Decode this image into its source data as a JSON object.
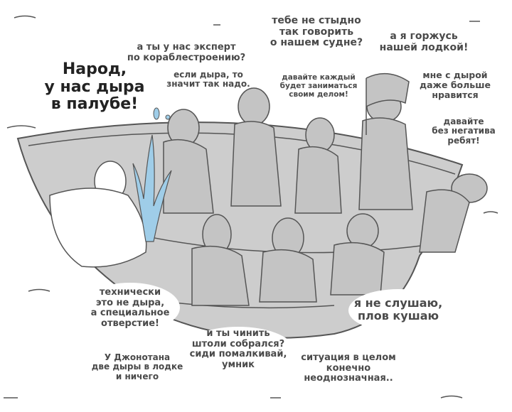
{
  "colors": {
    "boat": "#cdcdcd",
    "outline": "#555555",
    "water": "#9fcde8",
    "text": "#4a4a4a"
  },
  "captions": {
    "main": [
      "Народ,",
      "у нас дыра",
      "в палубе!"
    ],
    "expert": [
      "а ты у нас эксперт",
      "по кораблестроению?"
    ],
    "must_be": [
      "если дыра, то",
      "значит так надо."
    ],
    "ashamed": [
      "тебе не стыдно",
      "так говорить",
      "о нашем судне?"
    ],
    "own_business": [
      "давайте каждый",
      "будет заниматься",
      "своим делом!"
    ],
    "proud": [
      "а я горжусь",
      "нашей лодкой!"
    ],
    "like_hole": [
      "мне с дырой",
      "даже больше",
      "нравится"
    ],
    "no_negative": [
      "давайте",
      "без негатива",
      "ребят!"
    ],
    "technically": [
      "технически",
      "это не дыра,",
      "а специальное",
      "отверстие!"
    ],
    "plov": [
      "я не слушаю,",
      "плов кушаю"
    ],
    "repair": [
      "и ты чинить",
      "штоли собрался?",
      "сиди помалкивай,",
      "умник"
    ],
    "jonathan": [
      "У Джонотана",
      "две дыры в лодке",
      "и ничего"
    ],
    "ambiguous": [
      "ситуация в целом",
      "конечно",
      "неоднозначная.."
    ]
  }
}
